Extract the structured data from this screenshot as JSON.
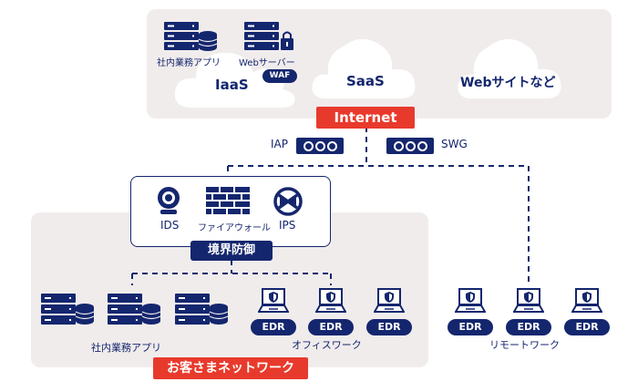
{
  "cloud_zone": {
    "clouds": [
      {
        "label": "IaaS",
        "icon": "cloud-icon"
      },
      {
        "label": "SaaS",
        "icon": "cloud-icon"
      },
      {
        "label": "Webサイトなど",
        "icon": "cloud-icon"
      }
    ],
    "iaas_items": [
      {
        "label": "社内業務アプリ",
        "icon": "server-database-icon"
      },
      {
        "label": "Webサーバー",
        "icon": "server-lock-icon",
        "badge": "WAF"
      }
    ]
  },
  "internet": {
    "label": "Internet"
  },
  "gateways": [
    {
      "label": "IAP",
      "icon": "gateway-icon"
    },
    {
      "label": "SWG",
      "icon": "gateway-icon"
    }
  ],
  "perimeter": {
    "title": "境界防御",
    "items": [
      {
        "label": "IDS",
        "icon": "camera-sensor-icon"
      },
      {
        "label": "ファイアウォール",
        "icon": "firewall-brick-icon"
      },
      {
        "label": "IPS",
        "icon": "block-x-icon"
      }
    ]
  },
  "customer_network": {
    "title": "お客さまネットワーク",
    "apps_label": "社内業務アプリ",
    "office_label": "オフィスワーク",
    "office_devices": [
      {
        "badge": "EDR"
      },
      {
        "badge": "EDR"
      },
      {
        "badge": "EDR"
      }
    ]
  },
  "remote": {
    "label": "リモートワーク",
    "devices": [
      {
        "badge": "EDR"
      },
      {
        "badge": "EDR"
      },
      {
        "badge": "EDR"
      }
    ]
  },
  "colors": {
    "navy": "#14266e",
    "red": "#e83a2c",
    "zone_bg": "#f1ecec"
  }
}
